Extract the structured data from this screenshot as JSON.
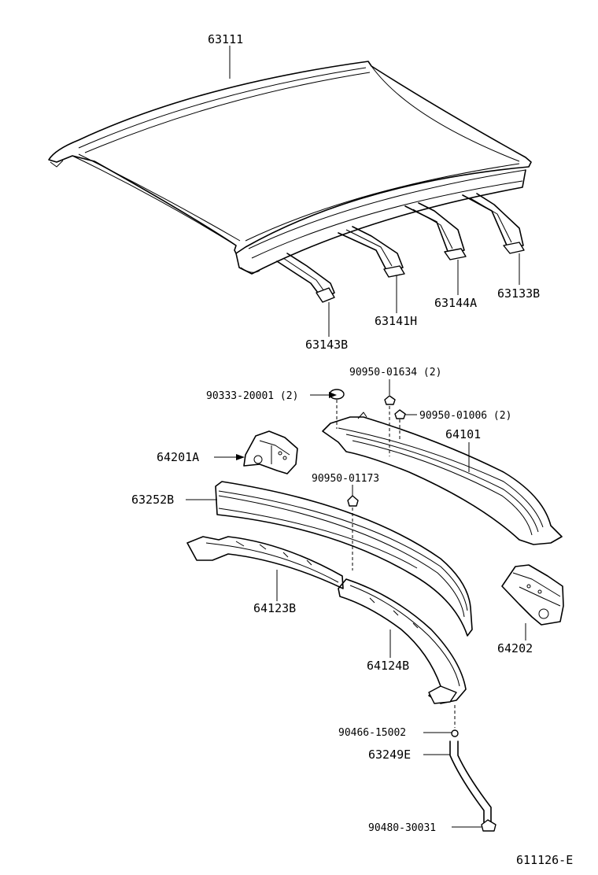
{
  "diagram_id": "611126-E",
  "parts": {
    "p63111": "63111",
    "p63143B": "63143B",
    "p63141H": "63141H",
    "p63144A": "63144A",
    "p63133B": "63133B",
    "p90950_01634": "90950-01634 (2)",
    "p90333_20001": "90333-20001 (2)",
    "p90950_01006": "90950-01006 (2)",
    "p64101": "64101",
    "p64201A": "64201A",
    "p90950_01173": "90950-01173",
    "p63252B": "63252B",
    "p64123B": "64123B",
    "p64124B": "64124B",
    "p64202": "64202",
    "p90466_15002": "90466-15002",
    "p63249E": "63249E",
    "p90480_30031": "90480-30031"
  }
}
